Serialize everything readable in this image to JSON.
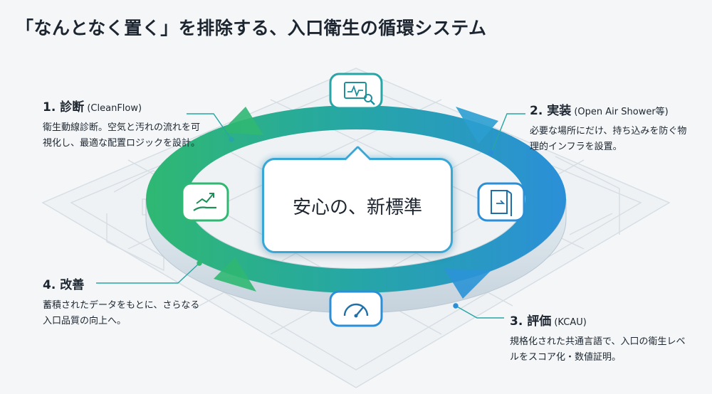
{
  "title": "「なんとなく置く」を排除する、入口衛生の循環システム",
  "center_label": "安心の、新標準",
  "steps": [
    {
      "title": "1. 診断",
      "title_sub": " (CleanFlow)",
      "desc": "衛生動線診断。空気と汚れの流れを可視化し、最適な配置ロジックを設計。",
      "icon": "diagnostic-monitor-icon"
    },
    {
      "title": "2. 実装",
      "title_sub": " (Open Air Shower等)",
      "desc": "必要な場所にだけ、持ち込みを防ぐ物理的インフラを設置。",
      "icon": "door-gate-icon"
    },
    {
      "title": "3. 評価",
      "title_sub": " (KCAU)",
      "desc": "規格化された共通言語で、入口の衛生レベルをスコア化・数値証明。",
      "icon": "gauge-meter-icon"
    },
    {
      "title": "4. 改善",
      "title_sub": "",
      "desc": "蓄積されたデータをもとに、さらなる入口品質の向上へ。",
      "icon": "hand-growth-icon"
    }
  ],
  "colors": {
    "green": "#2fb872",
    "teal": "#26a6a6",
    "blue": "#2b8fd8",
    "center_border": "#39a7d6",
    "text": "#1d2630"
  }
}
